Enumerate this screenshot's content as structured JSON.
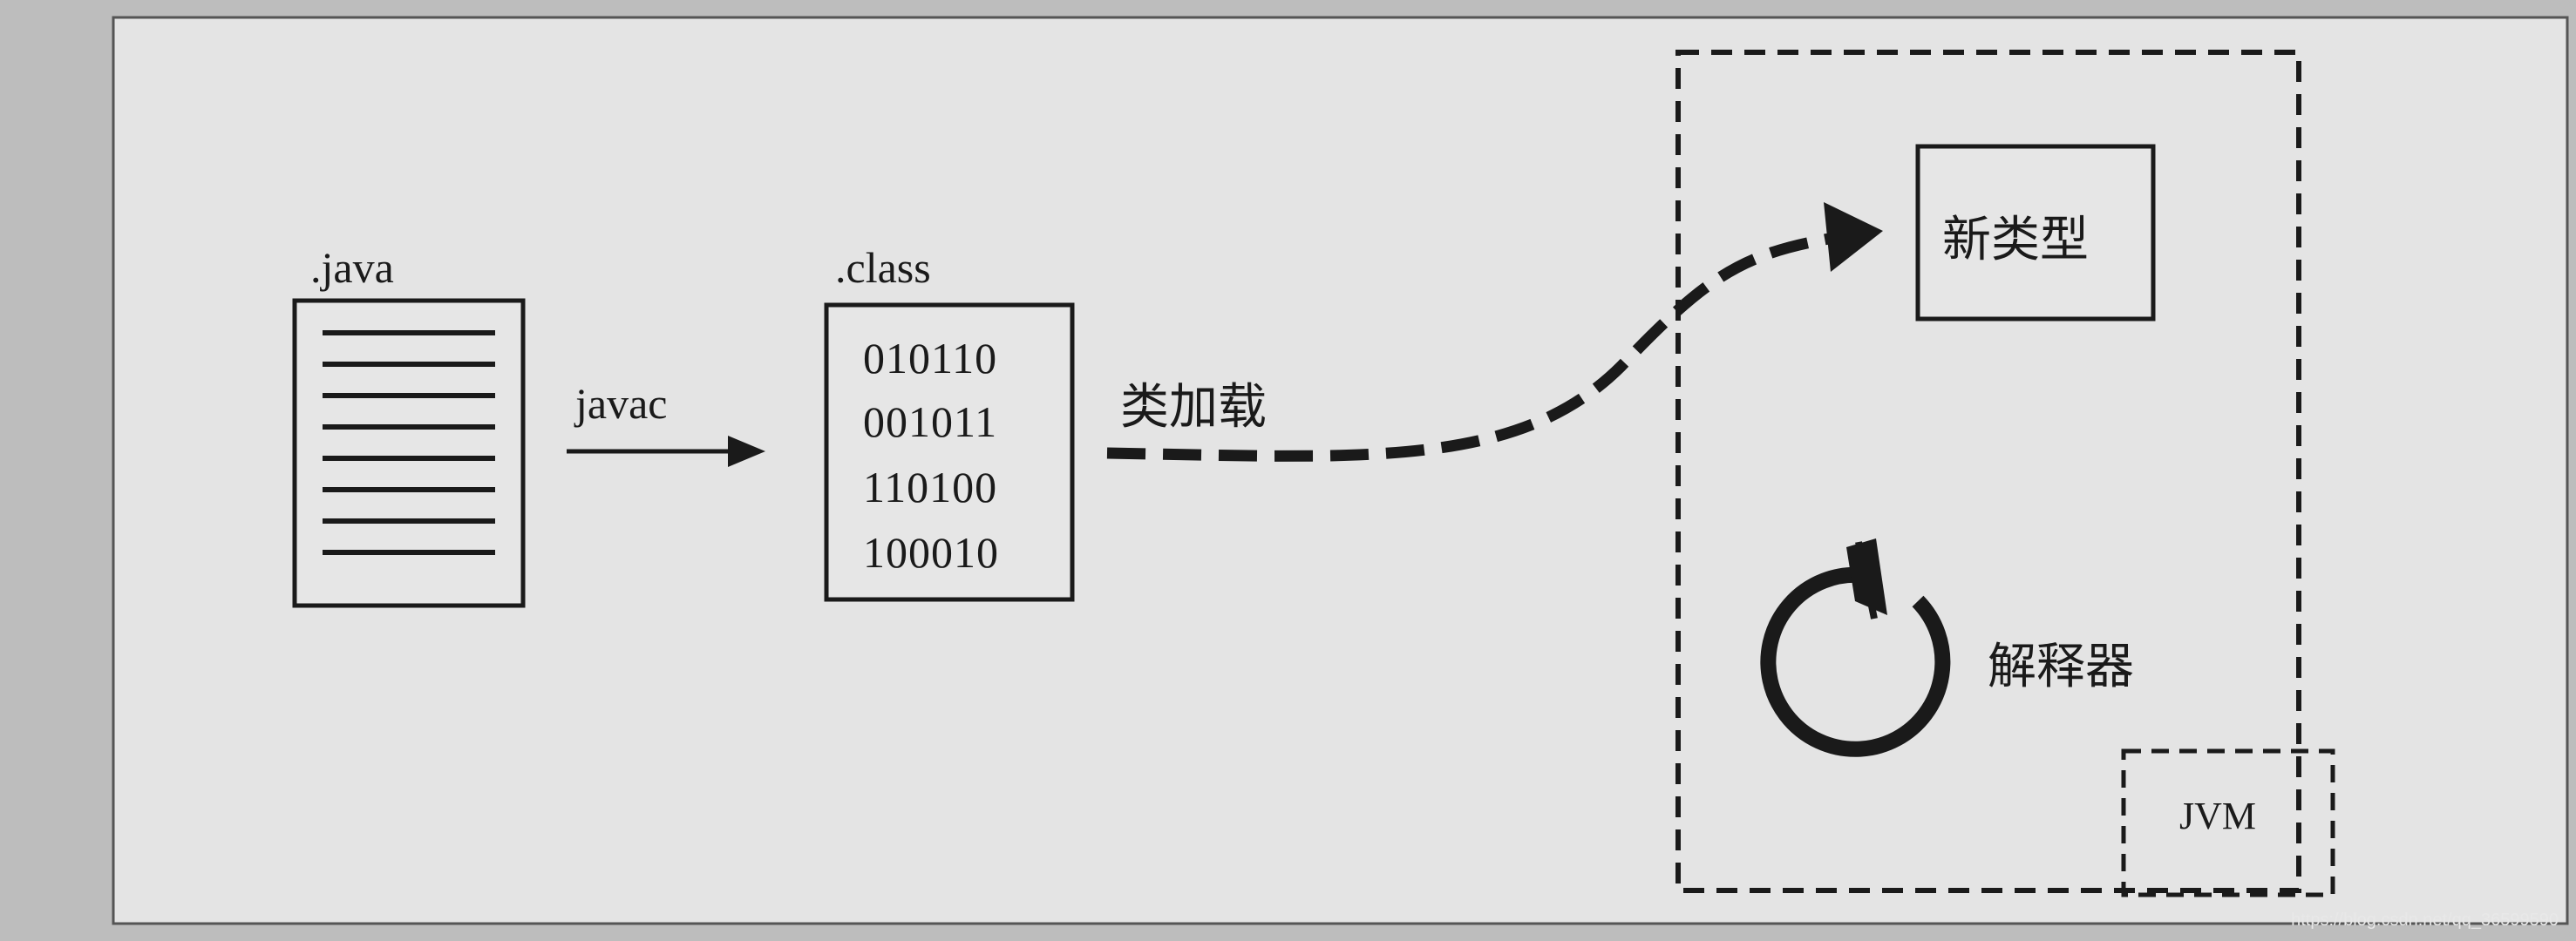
{
  "labels": {
    "java_file": ".java",
    "class_file": ".class",
    "javac": "javac",
    "class_loading": "类加载",
    "new_type": "新类型",
    "interpreter": "解释器",
    "jvm": "JVM"
  },
  "bytecode_lines": [
    "010110",
    "001011",
    "110100",
    "100010"
  ],
  "watermark": "https://blog.csdn.net/qq_36599590",
  "colors": {
    "paper": "#e6e6e6",
    "ink": "#1a1a1a",
    "background": "#bfbfbf"
  }
}
